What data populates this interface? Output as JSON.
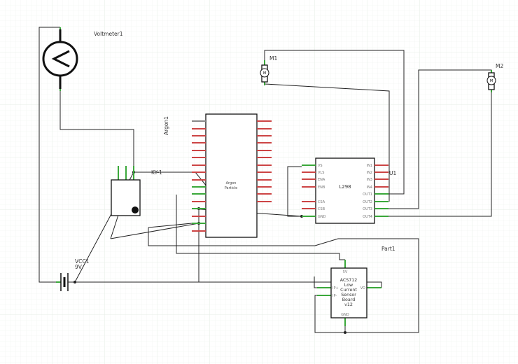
{
  "diagram": {
    "voltmeter": {
      "label": "Voltmeter1"
    },
    "motor1": {
      "label": "M1",
      "symbol": "M"
    },
    "motor2": {
      "label": "M2",
      "symbol": "M"
    },
    "argon": {
      "label": "Argon1",
      "title": "Argon",
      "subtitle": "Particle"
    },
    "sensor": {
      "label": "KY-1"
    },
    "battery": {
      "label": "VCC1",
      "value": "9V"
    },
    "driver": {
      "label": "U1",
      "title": "L298",
      "left_pins": [
        "VS",
        "VLS",
        "ENA",
        "ENB",
        "CSA",
        "CSB",
        "GND"
      ],
      "right_pins": [
        "IN1",
        "IN2",
        "IN3",
        "IN4",
        "OUT1",
        "OUT2",
        "OUT3",
        "OUT4"
      ]
    },
    "current_sensor": {
      "label": "Part1",
      "title_lines": [
        "ACS712",
        "Low",
        "Current",
        "Sensor",
        "Board",
        "v12"
      ],
      "pins": {
        "top": "5V",
        "left1": "IP+",
        "left2": "IP-",
        "right": "VO",
        "bottom": "GND"
      }
    },
    "colors": {
      "wire": "#222222",
      "pin_unconnected": "#cc4444",
      "pin_connected": "#3aa83a",
      "grid": "#eef2ee"
    }
  }
}
